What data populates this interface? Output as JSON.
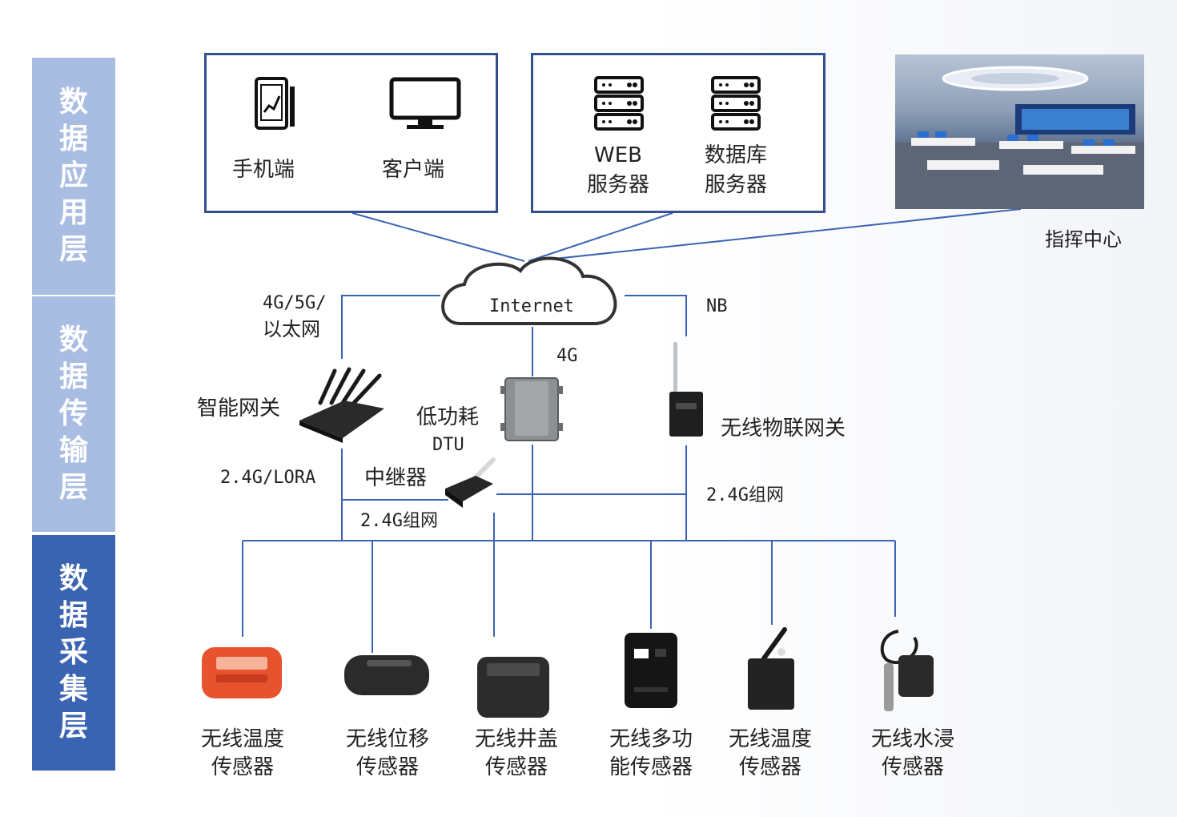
{
  "layers": {
    "application": "数据应用层",
    "transmission": "数据传输层",
    "collection": "数据采集层"
  },
  "clients": {
    "mobile": "手机端",
    "desktop": "客户端"
  },
  "servers": {
    "web_line1": "WEB",
    "web_line2": "服务器",
    "db_line1": "数据库",
    "db_line2": "服务器"
  },
  "command_center": "指挥中心",
  "cloud_label": "Internet",
  "links": {
    "gateway_uplink_line1": "4G/5G/",
    "gateway_uplink_line2": "以太网",
    "nb": "NB",
    "dtu_4g": "4G",
    "lora": "2.4G/LORA",
    "mesh_left": "2.4G组网",
    "mesh_right": "2.4G组网"
  },
  "devices": {
    "smart_gateway": "智能网关",
    "dtu_line1": "低功耗",
    "dtu_line2": "DTU",
    "repeater": "中继器",
    "iot_gateway": "无线物联网关"
  },
  "sensors": [
    {
      "line1": "无线温度",
      "line2": "传感器"
    },
    {
      "line1": "无线位移",
      "line2": "传感器"
    },
    {
      "line1": "无线井盖",
      "line2": "传感器"
    },
    {
      "line1": "无线多功",
      "line2": "能传感器"
    },
    {
      "line1": "无线温度",
      "line2": "传感器"
    },
    {
      "line1": "无线水浸",
      "line2": "传感器"
    }
  ],
  "colors": {
    "line": "#3a64b2",
    "layer_light": "#a9bde2",
    "layer_dark": "#3a64b2",
    "box_border": "#34508f",
    "accent_orange": "#e8532f"
  }
}
